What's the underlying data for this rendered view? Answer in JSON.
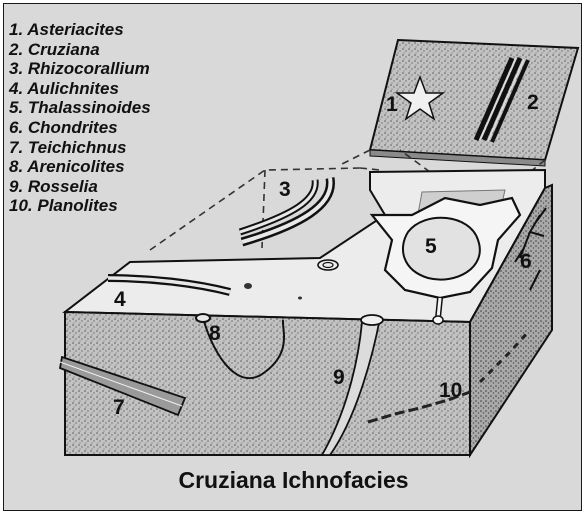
{
  "legend": [
    "1. Asteriacites",
    "2. Cruziana",
    "3. Rhizocorallium",
    "4. Aulichnites",
    "5. Thalassinoides",
    "6. Chondrites",
    "7. Teichichnus",
    "8. Arenicolites",
    "9. Rosselia",
    "10. Planolites"
  ],
  "markers": [
    "1",
    "2",
    "3",
    "4",
    "5",
    "6",
    "7",
    "8",
    "9",
    "10"
  ],
  "caption": "Cruziana Ichnofacies",
  "colors": {
    "background": "#d9d9d9",
    "block_top": "#ececec",
    "sediment": "#b8b8b8",
    "ink": "#111111"
  }
}
